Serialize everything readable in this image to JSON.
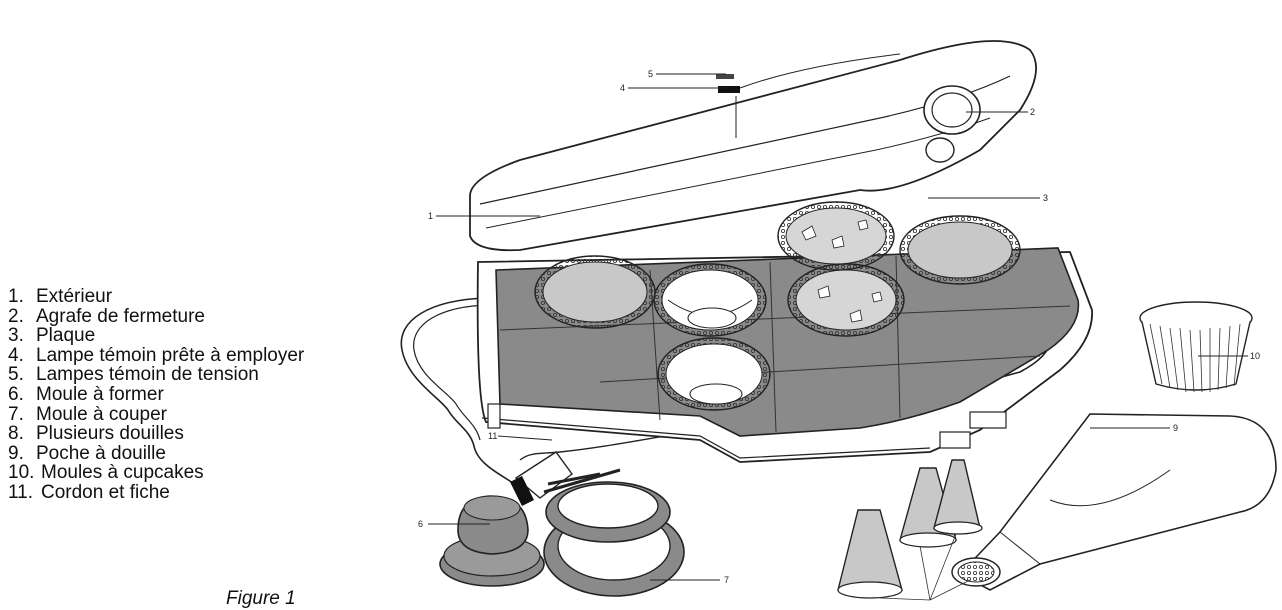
{
  "parts": [
    {
      "num": "1.",
      "label": "Extérieur"
    },
    {
      "num": "2.",
      "label": "Agrafe de fermeture"
    },
    {
      "num": "3.",
      "label": "Plaque"
    },
    {
      "num": "4.",
      "label": "Lampe témoin prête à employer"
    },
    {
      "num": "5.",
      "label": "Lampes témoin de tension"
    },
    {
      "num": "6.",
      "label": "Moule à former"
    },
    {
      "num": "7.",
      "label": "Moule à couper"
    },
    {
      "num": "8.",
      "label": "Plusieurs douilles"
    },
    {
      "num": "9.",
      "label": "Poche à douille"
    },
    {
      "num": "10.",
      "label": "Moules à cupcakes"
    },
    {
      "num": "11.",
      "label": "Cordon et fiche"
    }
  ],
  "callouts": {
    "c1": "1",
    "c2": "2",
    "c3": "3",
    "c4": "4",
    "c5": "5",
    "c6": "6",
    "c7": "7",
    "c9": "9",
    "c10": "10",
    "c11": "11"
  },
  "caption": "Figure 1",
  "colors": {
    "plate_fill": "#8a8a8a",
    "cavity_fill": "#c8c8c8",
    "outline": "#222222",
    "body_fill": "#ffffff"
  }
}
